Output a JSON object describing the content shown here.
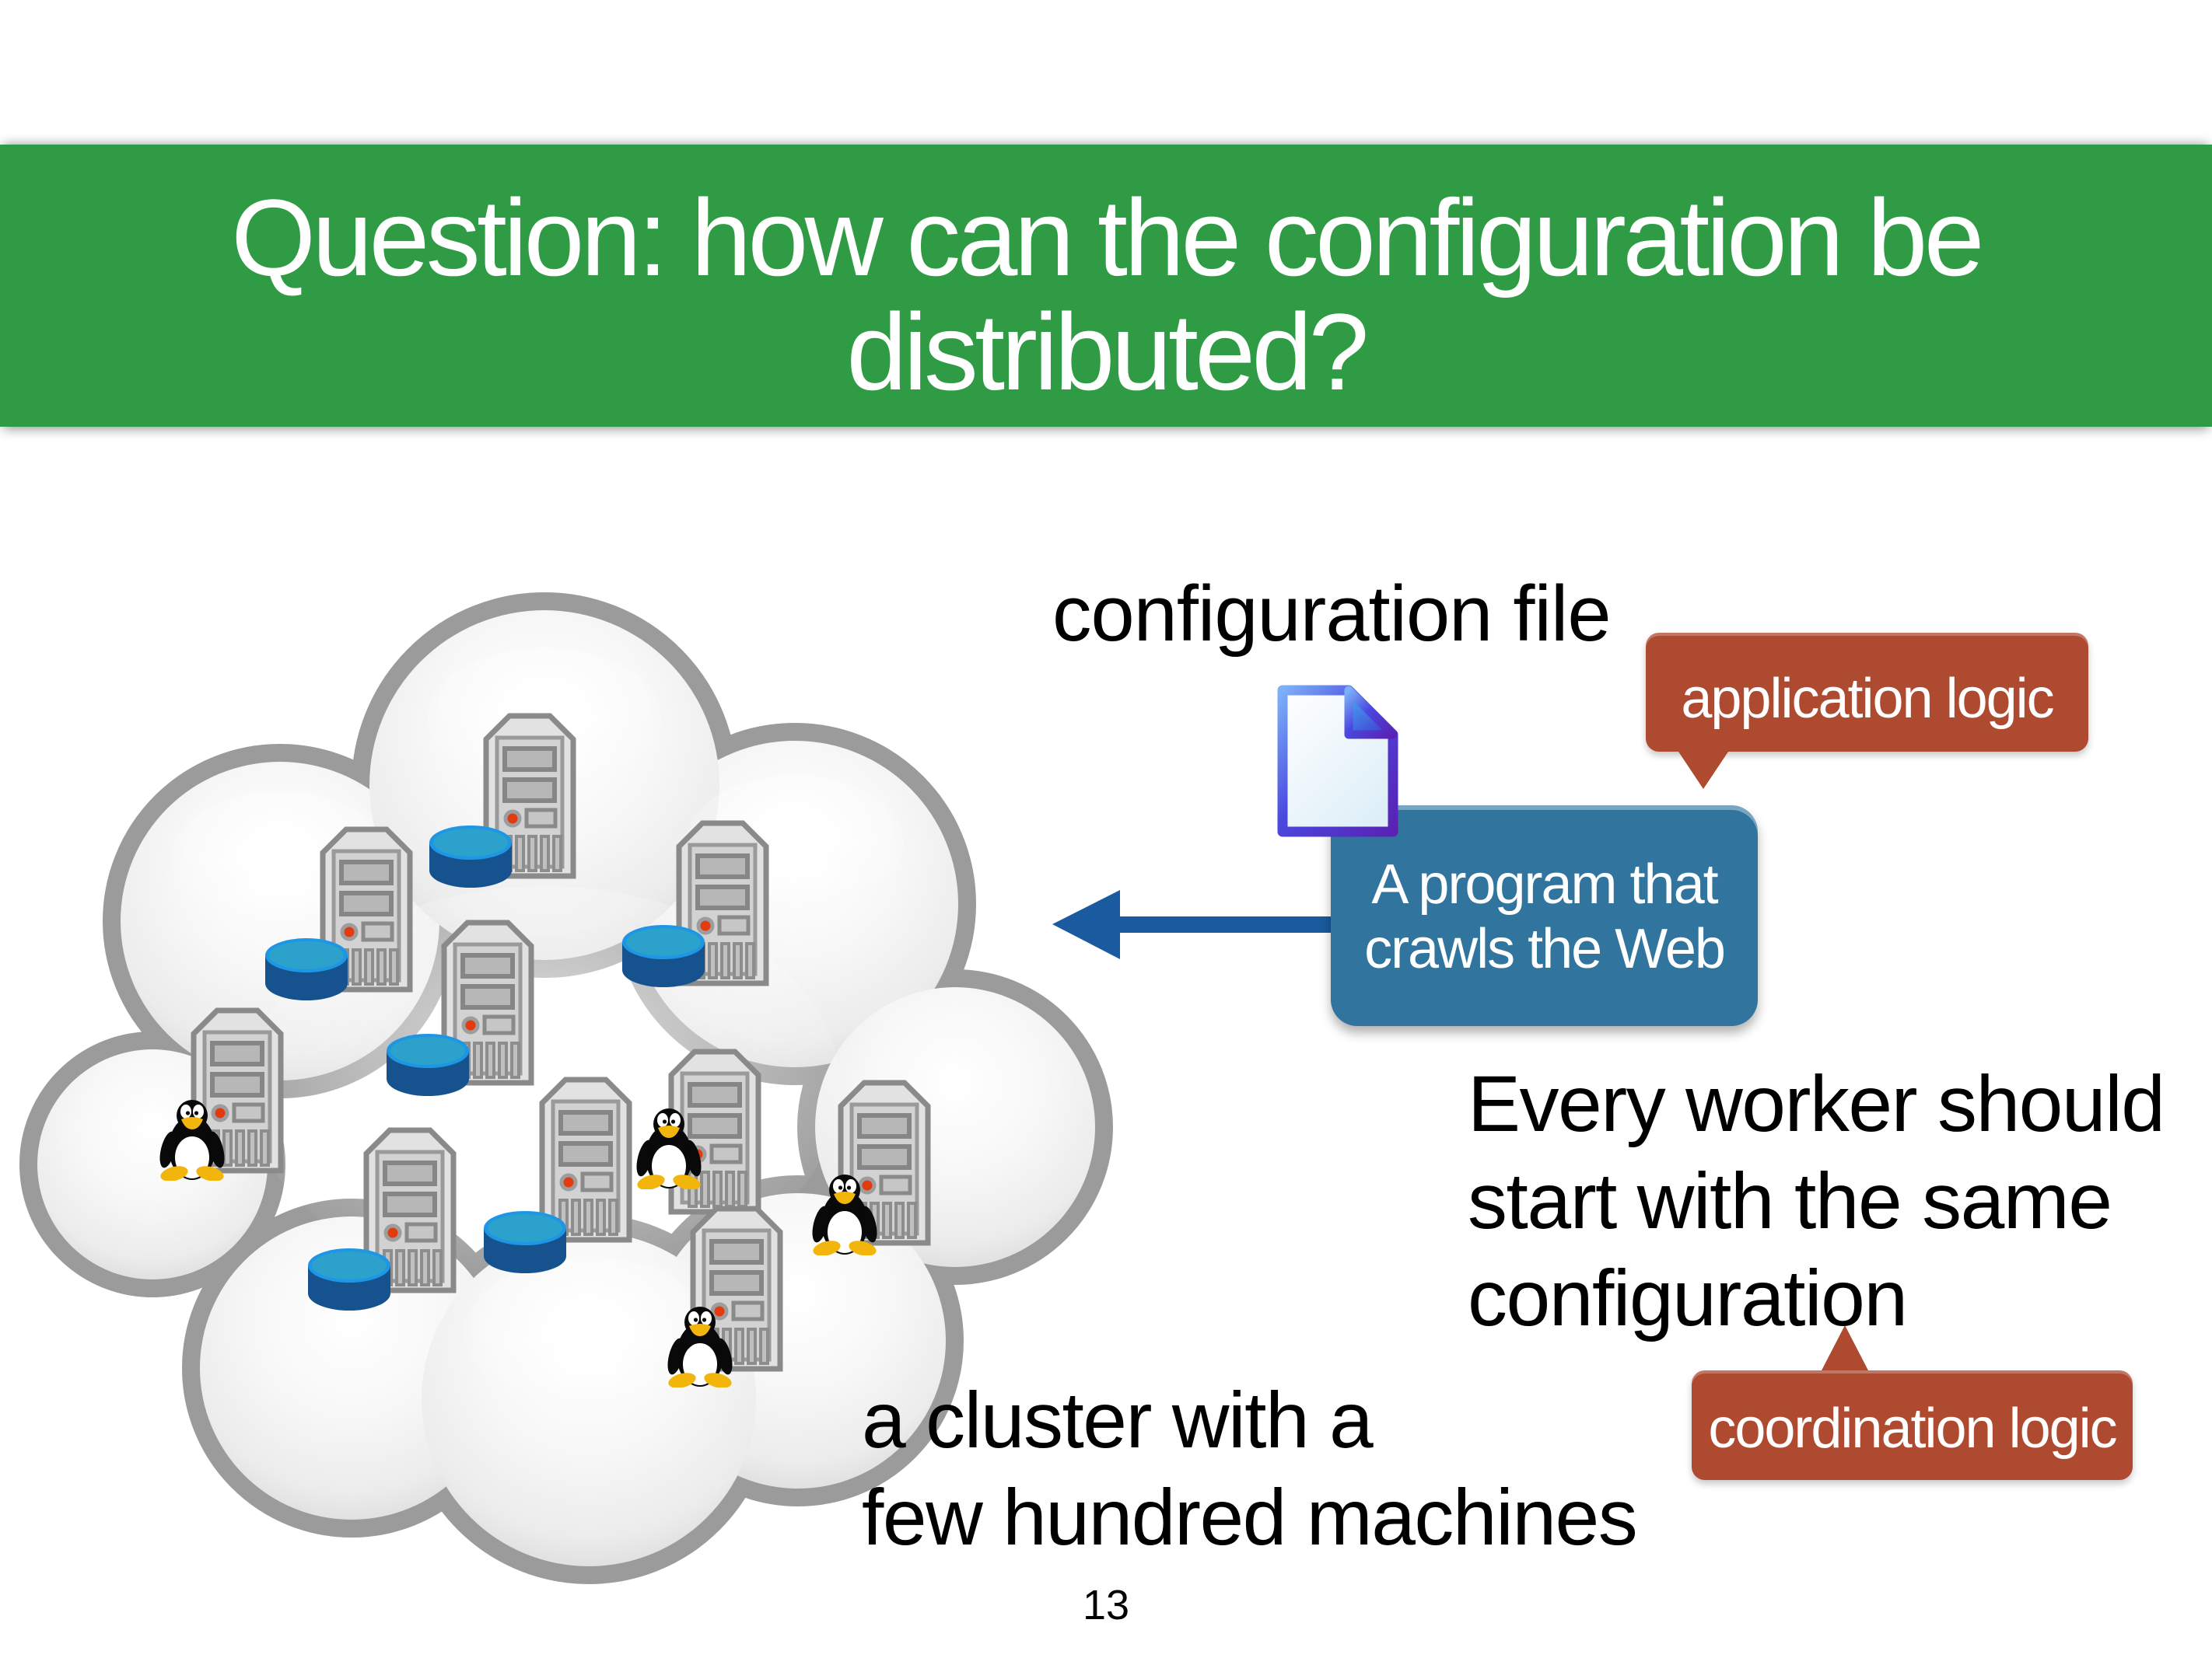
{
  "colors": {
    "green": "#2f9b44",
    "red": "#ad4a30",
    "blue": "#31759f",
    "arrow-blue": "#1a5a9e",
    "text": "#000000"
  },
  "title": {
    "line1": "Question: how can the configuration be",
    "line2": "distributed?"
  },
  "labels": {
    "config_file": "configuration file",
    "worker_line1": "Every worker should",
    "worker_line2": "start with the same",
    "worker_line3": "configuration",
    "cluster_line1": "a cluster with a",
    "cluster_line2": "few hundred machines"
  },
  "callouts": {
    "application": "application logic",
    "coordination": "coordination logic",
    "crawler_line1": "A program that",
    "crawler_line2": "crawls the Web"
  },
  "page_number": "13",
  "diagram": {
    "server_count": 10,
    "database_count": 6,
    "penguin_count": 4
  }
}
